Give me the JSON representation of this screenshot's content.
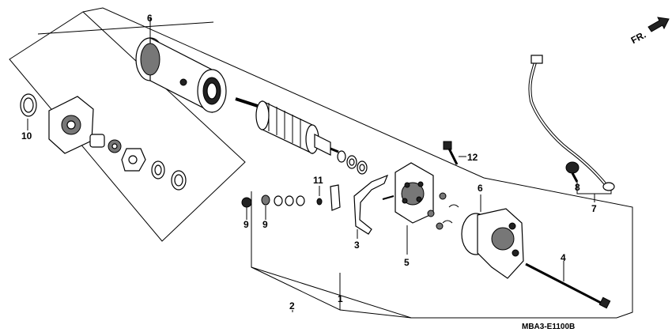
{
  "diagram": {
    "code": "MBA3-E1100B",
    "direction_label": "FR.",
    "callouts": [
      {
        "id": "6a",
        "text": "6"
      },
      {
        "id": "10",
        "text": "10"
      },
      {
        "id": "12",
        "text": "12"
      },
      {
        "id": "11",
        "text": "11"
      },
      {
        "id": "9a",
        "text": "9"
      },
      {
        "id": "9b",
        "text": "9"
      },
      {
        "id": "3",
        "text": "3"
      },
      {
        "id": "5",
        "text": "5"
      },
      {
        "id": "6b",
        "text": "6"
      },
      {
        "id": "8",
        "text": "8"
      },
      {
        "id": "7",
        "text": "7"
      },
      {
        "id": "4",
        "text": "4"
      },
      {
        "id": "2",
        "text": "2"
      },
      {
        "id": "1",
        "text": "1"
      }
    ]
  }
}
